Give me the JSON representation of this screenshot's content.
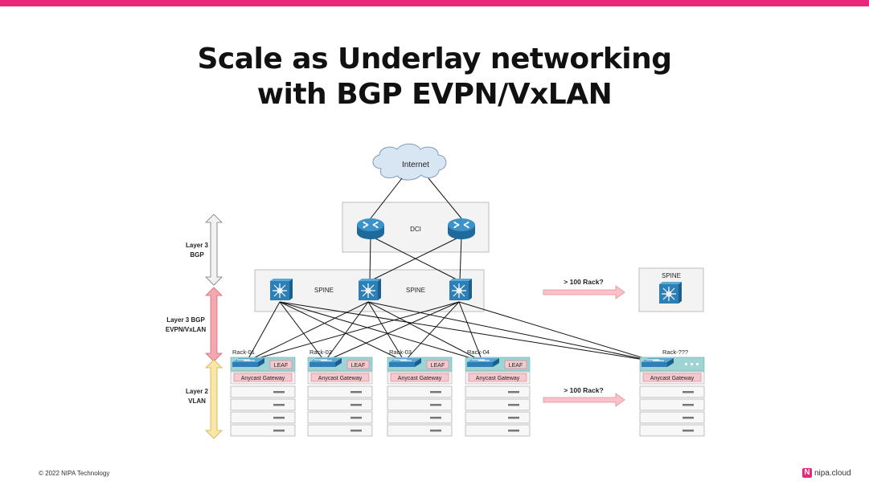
{
  "title": {
    "line1": "Scale as Underlay networking",
    "line2": "with BGP EVPN/VxLAN"
  },
  "diagram": {
    "internet_label": "Internet",
    "dci_label": "DCI",
    "spine_label_1": "SPINE",
    "spine_label_2": "SPINE",
    "spine_extra_label": "SPINE",
    "scale_spine_label": "> 100 Rack?",
    "scale_leaf_label": "> 100 Rack?",
    "layers": [
      {
        "line1": "Layer 3",
        "line2": "BGP"
      },
      {
        "line1": "Layer 3 BGP",
        "line2": "EVPN/VxLAN"
      },
      {
        "line1": "Layer 2",
        "line2": "VLAN"
      }
    ],
    "racks": [
      {
        "name": "Rack-01",
        "leaf": "LEAF",
        "gateway": "Anycast Gateway"
      },
      {
        "name": "Rack-02",
        "leaf": "LEAF",
        "gateway": "Anycast Gateway"
      },
      {
        "name": "Rack-03",
        "leaf": "LEAF",
        "gateway": "Anycast Gateway"
      },
      {
        "name": "Rack-04",
        "leaf": "LEAF",
        "gateway": "Anycast Gateway"
      },
      {
        "name": "Rack-???",
        "leaf": "",
        "gateway": "Anycast Gateway"
      }
    ],
    "colors": {
      "router_blue": "#2a7fb8",
      "leaf_fill": "#f4c9cf",
      "leaf_border": "#e07a85",
      "arrow_pink": "#f4a9b1",
      "layer3_arrow": "#e8e8e8",
      "evpn_arrow": "#f0a0a8",
      "vlan_arrow": "#f7e39a",
      "box_fill": "#f3f3f3",
      "rack_teal": "#9fd4d4"
    }
  },
  "footer": {
    "copyright": "© 2022 NIPA Technology",
    "brand": "nipa.cloud"
  }
}
